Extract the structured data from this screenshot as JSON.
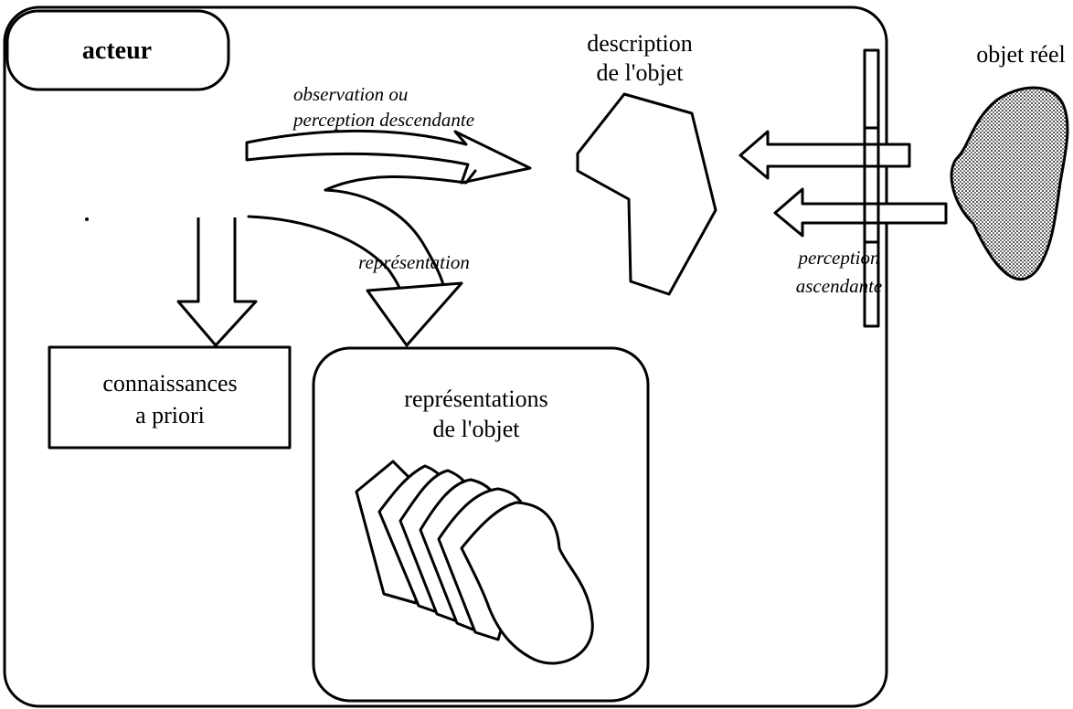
{
  "actor": {
    "label": "acteur"
  },
  "object_description": {
    "line1": "description",
    "line2": "de l'objet"
  },
  "real_object": {
    "label": "objet réel"
  },
  "observation": {
    "line1": "observation ou",
    "line2": "perception descendante"
  },
  "representation_flow": {
    "label": "représentation"
  },
  "bottom_up": {
    "line1": "perception",
    "line2": "ascendante"
  },
  "prior_knowledge": {
    "line1": "connaissances",
    "line2": "a priori"
  },
  "representations": {
    "line1": "représentations",
    "line2": "de l'objet"
  },
  "colors": {
    "stroke": "#000000",
    "background": "#ffffff",
    "texture": "#808080"
  }
}
